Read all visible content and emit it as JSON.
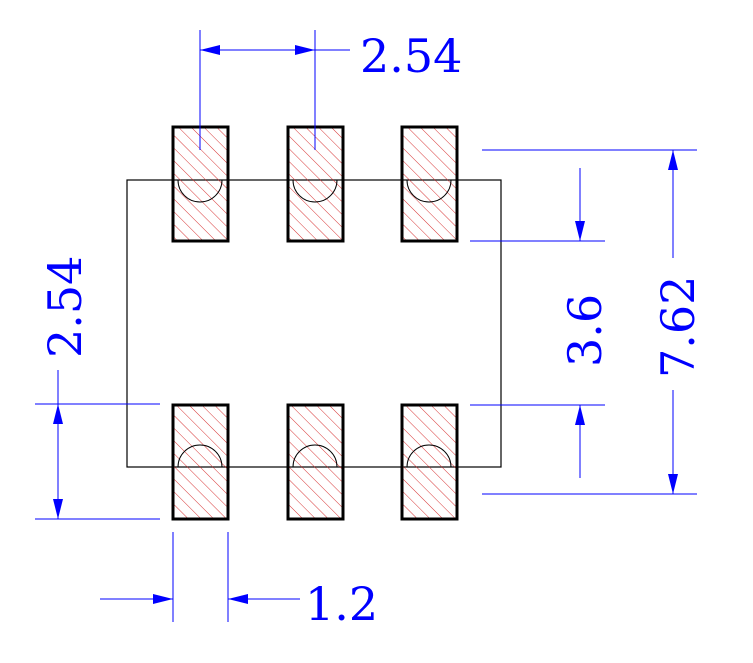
{
  "colors": {
    "outline": "#000000",
    "pad_hatch": "#d42020",
    "dimension": "#0000ff",
    "background": "#ffffff"
  },
  "pads": {
    "top_row_count": 3,
    "bottom_row_count": 3
  },
  "dimensions": {
    "top_pitch": "2.54",
    "left_pitch": "2.54",
    "pad_width": "1.2",
    "inner_gap": "3.6",
    "overall_span": "7.62"
  }
}
